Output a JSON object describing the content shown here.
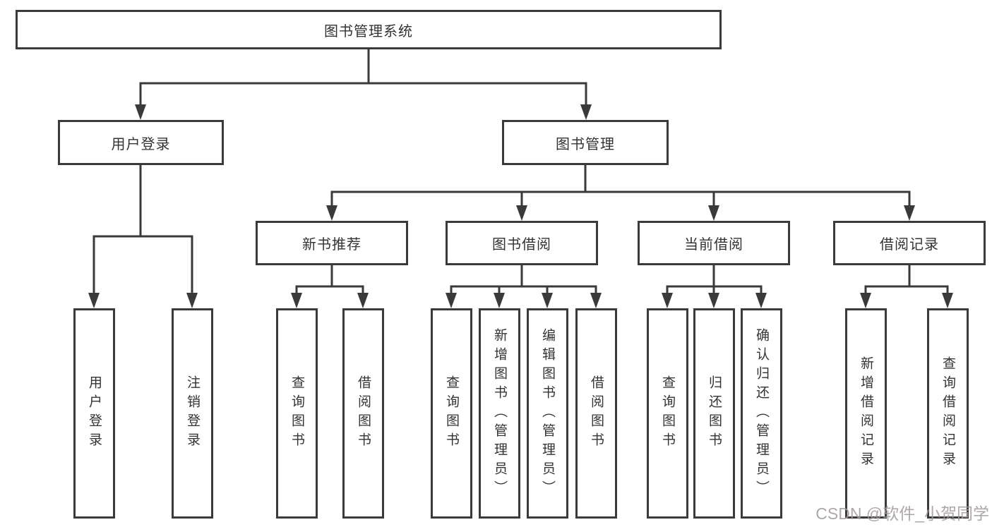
{
  "diagram": {
    "root": {
      "label": "图书管理系统"
    },
    "level2": [
      {
        "label": "用户登录"
      },
      {
        "label": "图书管理"
      }
    ],
    "level3": [
      {
        "label": "新书推荐"
      },
      {
        "label": "图书借阅"
      },
      {
        "label": "当前借阅"
      },
      {
        "label": "借阅记录"
      }
    ],
    "leaves": [
      "用户登录",
      "注销登录",
      "查询图书",
      "借阅图书",
      "查询图书",
      "新增图书（管理员）",
      "编辑图书（管理员）",
      "借阅图书",
      "查询图书",
      "归还图书",
      "确认归还（管理员）",
      "新增借阅记录",
      "查询借阅记录"
    ]
  },
  "watermark": {
    "text": "CSDN @软件_小贺同学"
  },
  "colors": {
    "line": "#3a3a3a",
    "text": "#333333",
    "background": "#ffffff",
    "watermark": "#a29aa0"
  }
}
